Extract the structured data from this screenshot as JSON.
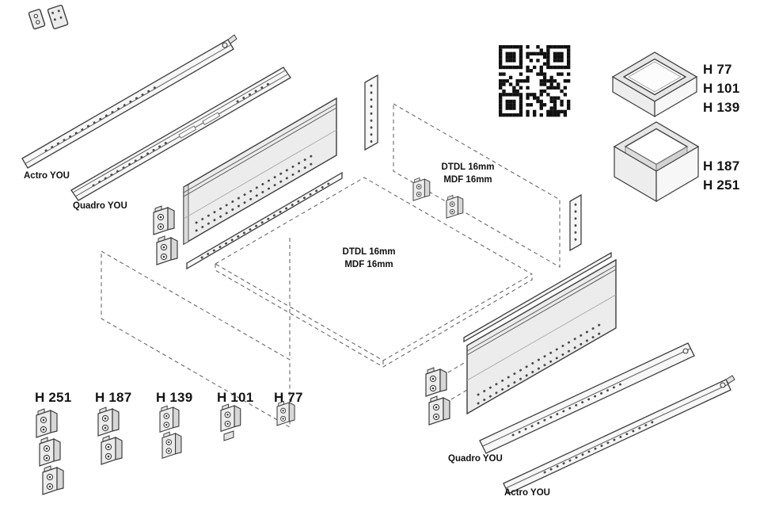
{
  "diagram": {
    "kind": "drawer-system-exploded-assembly"
  },
  "labels": {
    "runner_actro_left": "Actro YOU",
    "runner_quadro_left": "Quadro YOU",
    "back_panel_line1": "DTDL 16mm",
    "back_panel_line2": "MDF 16mm",
    "bottom_panel_line1": "DTDL 16mm",
    "bottom_panel_line2": "MDF 16mm",
    "runner_quadro_right": "Quadro YOU",
    "runner_actro_right": "Actro YOU"
  },
  "drawer_box_low_heights": [
    "H 77",
    "H 101",
    "H 139"
  ],
  "drawer_box_high_heights": [
    "H 187",
    "H 251"
  ],
  "front_bracket_heights": [
    "H 251",
    "H 187",
    "H 139",
    "H 101",
    "H 77"
  ],
  "icons": {
    "qr_code": "qr-code"
  },
  "colors": {
    "background": "#ffffff",
    "line": "#3c3c3c",
    "line_light": "#8a8a8a",
    "fill_light": "#efefef",
    "fill_mid": "#d7d7d7",
    "text": "#141414"
  }
}
